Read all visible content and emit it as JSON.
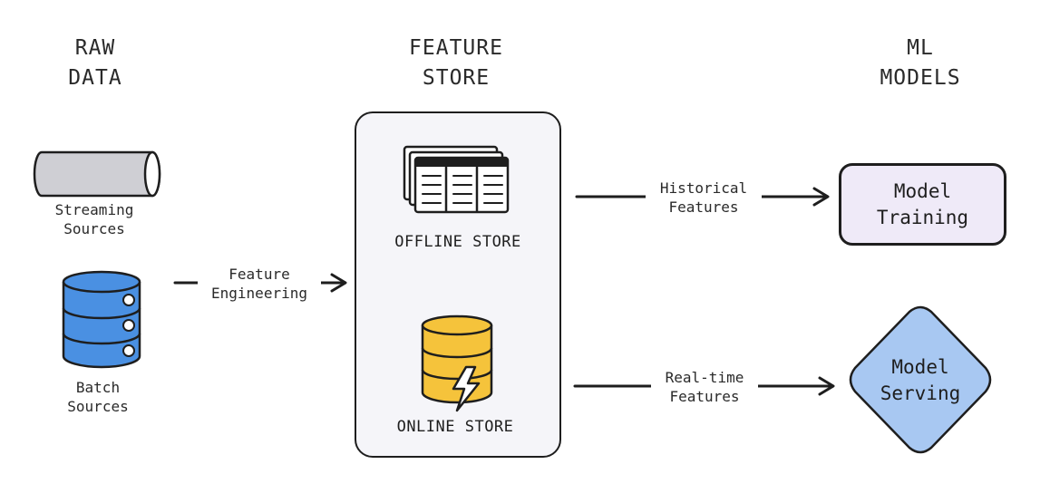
{
  "columns": {
    "raw_data": [
      "RAW",
      "DATA"
    ],
    "feature_store": [
      "FEATURE",
      "STORE"
    ],
    "ml_models": [
      "ML",
      "MODELS"
    ]
  },
  "sources": {
    "streaming": [
      "Streaming",
      "Sources"
    ],
    "batch": [
      "Batch",
      "Sources"
    ]
  },
  "edges": {
    "feature_engineering": [
      "Feature",
      "Engineering"
    ],
    "historical_features": [
      "Historical",
      "Features"
    ],
    "realtime_features": [
      "Real-time",
      "Features"
    ]
  },
  "stores": {
    "offline": "OFFLINE STORE",
    "online": "ONLINE STORE"
  },
  "models": {
    "training": [
      "Model",
      "Training"
    ],
    "serving": [
      "Model",
      "Serving"
    ]
  },
  "colors": {
    "stroke": "#1e1e1e",
    "pipe_fill": "#cfcfd4",
    "batch_db_fill": "#4a90e2",
    "online_db_fill": "#f5c33b",
    "feature_store_fill": "#f5f5f9",
    "training_fill": "#efeaf8",
    "serving_fill": "#a8c8f2"
  },
  "icons": {
    "streaming": "pipe-icon",
    "batch": "database-icon",
    "offline": "table-stack-icon",
    "online": "database-lightning-icon"
  }
}
